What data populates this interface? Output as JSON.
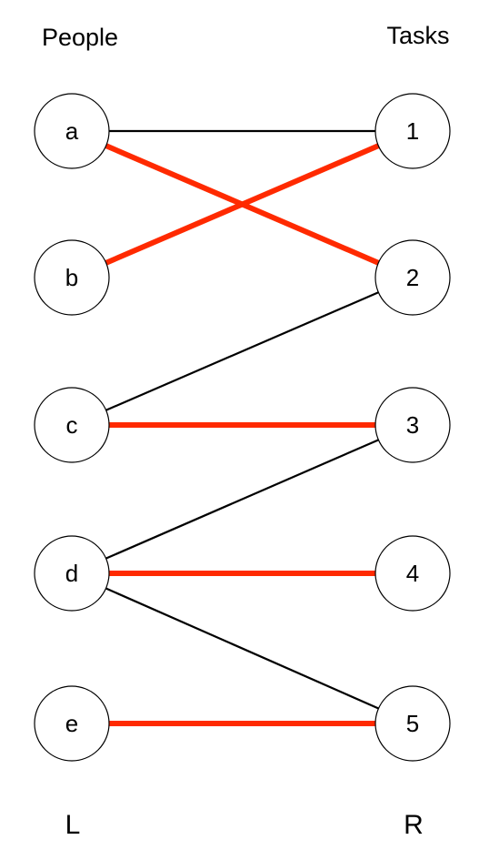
{
  "headers": {
    "left": "People",
    "right": "Tasks"
  },
  "footers": {
    "left": "L",
    "right": "R"
  },
  "left_nodes": [
    {
      "id": "a",
      "label": "a"
    },
    {
      "id": "b",
      "label": "b"
    },
    {
      "id": "c",
      "label": "c"
    },
    {
      "id": "d",
      "label": "d"
    },
    {
      "id": "e",
      "label": "e"
    }
  ],
  "right_nodes": [
    {
      "id": "1",
      "label": "1"
    },
    {
      "id": "2",
      "label": "2"
    },
    {
      "id": "3",
      "label": "3"
    },
    {
      "id": "4",
      "label": "4"
    },
    {
      "id": "5",
      "label": "5"
    }
  ],
  "edges": [
    {
      "from": "a",
      "to": "1",
      "matched": false
    },
    {
      "from": "a",
      "to": "2",
      "matched": true
    },
    {
      "from": "b",
      "to": "1",
      "matched": true
    },
    {
      "from": "c",
      "to": "2",
      "matched": false
    },
    {
      "from": "c",
      "to": "3",
      "matched": true
    },
    {
      "from": "d",
      "to": "3",
      "matched": false
    },
    {
      "from": "d",
      "to": "4",
      "matched": true
    },
    {
      "from": "d",
      "to": "5",
      "matched": false
    },
    {
      "from": "e",
      "to": "5",
      "matched": true
    }
  ],
  "colors": {
    "matched_edge": "#ff2a00",
    "unmatched_edge": "#000000"
  }
}
